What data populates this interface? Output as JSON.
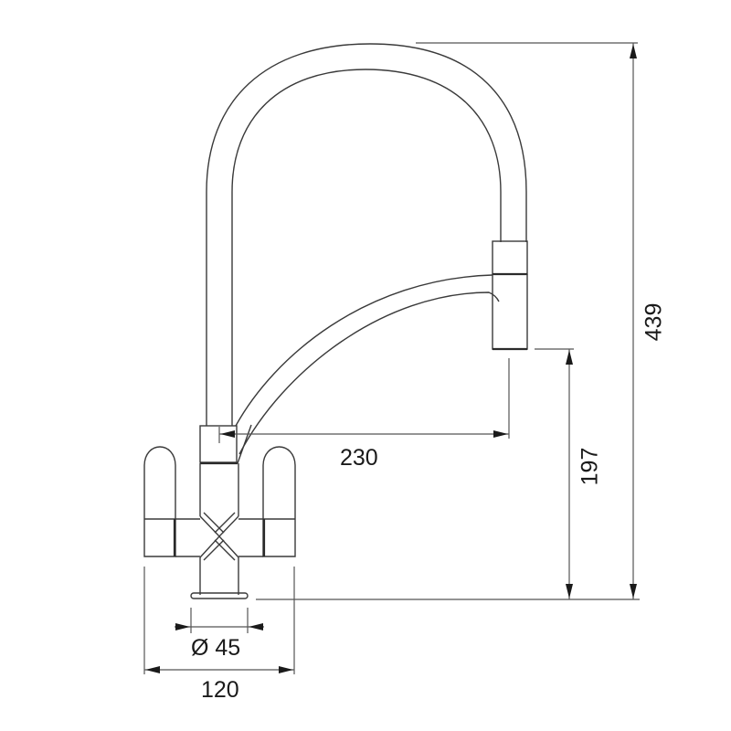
{
  "drawing": {
    "subject": "Kitchen mixer tap technical dimension drawing",
    "line_color": "#3a3a3a",
    "background": "#ffffff"
  },
  "dimensions": {
    "total_height": {
      "value": "439",
      "orientation": "vertical"
    },
    "spout_height": {
      "value": "197",
      "orientation": "vertical"
    },
    "spout_reach": {
      "value": "230",
      "orientation": "horizontal"
    },
    "base_diameter": {
      "value": "Ø 45",
      "orientation": "horizontal"
    },
    "body_width": {
      "value": "120",
      "orientation": "horizontal"
    }
  }
}
